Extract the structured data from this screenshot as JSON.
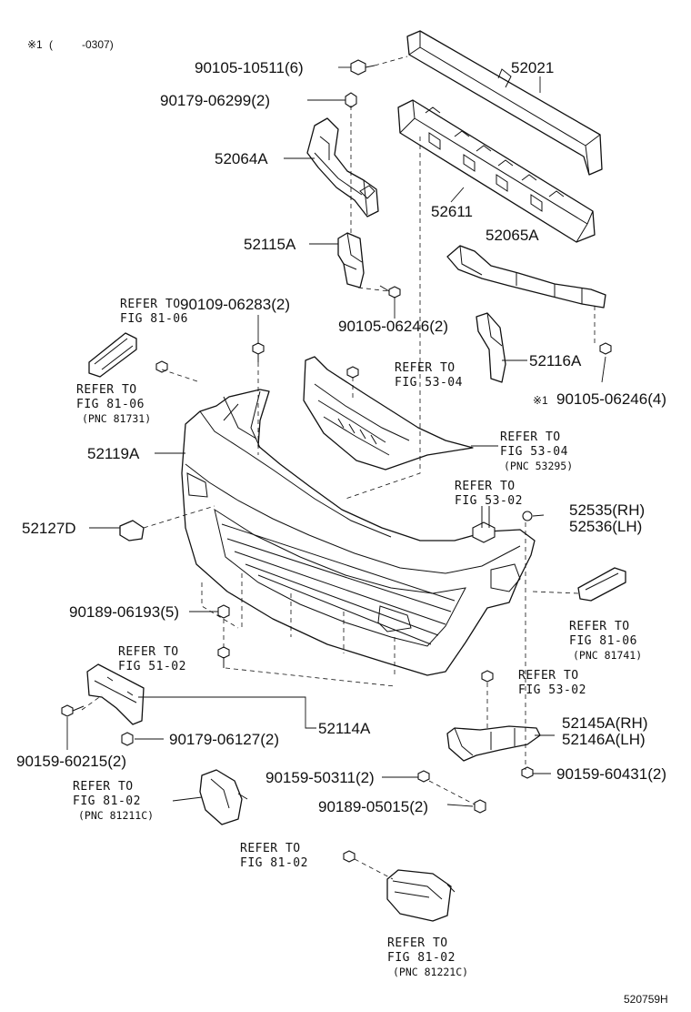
{
  "note": {
    "marker": "※1",
    "open": "(",
    "range": "-0307)"
  },
  "labels": {
    "p1": "90105-10511(6)",
    "p2": "90179-06299(2)",
    "p3": "52021",
    "p4": "52064A",
    "p5": "52611",
    "p6": "52065A",
    "p7": "52115A",
    "p8": "90109-06283(2)",
    "p9": "90105-06246(2)",
    "p10": "52116A",
    "p11": "90105-06246(4)",
    "p12": "52119A",
    "p13": "52535(RH)",
    "p14": "52536(LH)",
    "p15": "52127D",
    "p16": "90189-06193(5)",
    "p17": "52114A",
    "p18": "90159-60215(2)",
    "p19": "90179-06127(2)",
    "p20": "52145A(RH)",
    "p21": "52146A(LH)",
    "p22": "90159-50311(2)",
    "p23": "90159-60431(2)",
    "p24": "90189-05015(2)"
  },
  "refs": {
    "r1": {
      "a": "REFER TO",
      "b": "FIG 81-06"
    },
    "r2": {
      "a": "REFER TO",
      "b": "FIG 81-06",
      "c": "(PNC 81731)"
    },
    "r3": {
      "a": "REFER TO",
      "b": "FIG 53-04"
    },
    "r4": {
      "a": "REFER TO",
      "b": "FIG 53-04",
      "c": "(PNC 53295)"
    },
    "r5": {
      "a": "REFER TO",
      "b": "FIG 53-02"
    },
    "r6": {
      "a": "REFER TO",
      "b": "FIG 81-06",
      "c": "(PNC 81741)"
    },
    "r7": {
      "a": "REFER TO",
      "b": "FIG 51-02"
    },
    "r8": {
      "a": "REFER TO",
      "b": "FIG 53-02"
    },
    "r9": {
      "a": "REFER TO",
      "b": "FIG 81-02",
      "c": "(PNC 81211C)"
    },
    "r10": {
      "a": "REFER TO",
      "b": "FIG 81-02"
    },
    "r11": {
      "a": "REFER TO",
      "b": "FIG 81-02",
      "c": "(PNC 81221C)"
    }
  },
  "footer": {
    "code": "520759H"
  }
}
